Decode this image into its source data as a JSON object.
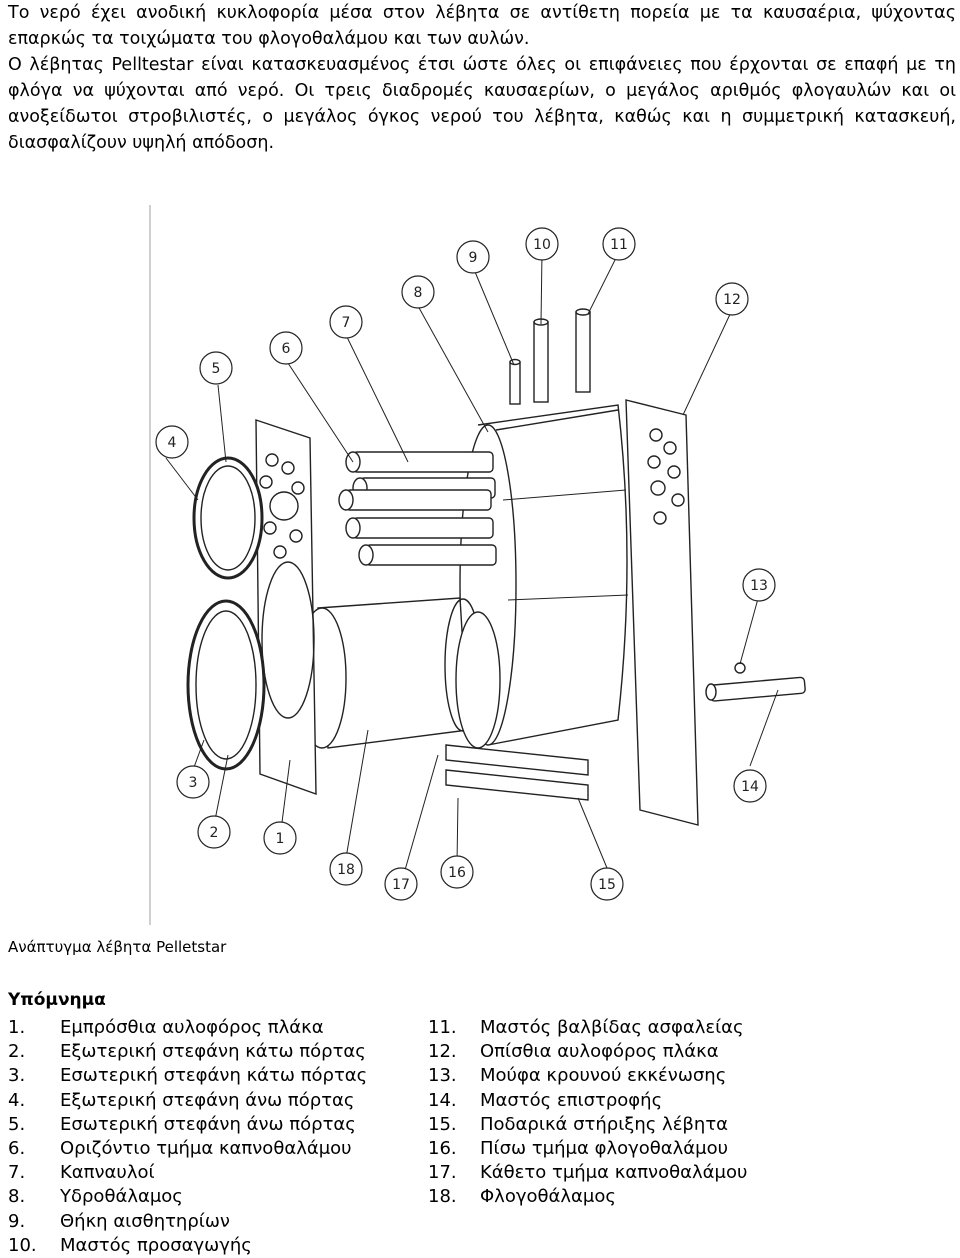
{
  "intro": {
    "paragraph1": "Το νερό έχει ανοδική κυκλοφορία μέσα στον λέβητα σε αντίθετη πορεία με τα καυσαέρια, ψύχοντας επαρκώς τα τοιχώματα του φλογοθαλάμου και των αυλών.",
    "paragraph2": "Ο λέβητας Pelltestar είναι κατασκευασμένος έτσι ώστε όλες οι επιφάνειες που έρχονται σε επαφή με τη φλόγα να ψύχονται από νερό. Οι τρεις διαδρομές καυσαερίων, ο μεγάλος αριθμός φλογαυλών και οι ανοξείδωτοι στροβιλιστές, ο μεγάλος όγκος νερού του λέβητα, καθώς και η συμμετρική κατασκευή, διασφαλίζουν υψηλή απόδοση."
  },
  "figure": {
    "callouts": [
      "1",
      "2",
      "3",
      "4",
      "5",
      "6",
      "7",
      "8",
      "9",
      "10",
      "11",
      "12",
      "13",
      "14",
      "15",
      "16",
      "17",
      "18"
    ],
    "caption": "Ανάπτυγμα λέβητα Pelletstar"
  },
  "legend": {
    "title": "Υπόμνημα",
    "left": [
      {
        "num": "1.",
        "text": "Εμπρόσθια αυλοφόρος πλάκα"
      },
      {
        "num": "2.",
        "text": "Εξωτερική στεφάνη κάτω πόρτας"
      },
      {
        "num": "3.",
        "text": "Εσωτερική στεφάνη κάτω πόρτας"
      },
      {
        "num": "4.",
        "text": "Εξωτερική στεφάνη άνω πόρτας"
      },
      {
        "num": "5.",
        "text": "Εσωτερική στεφάνη άνω πόρτας"
      },
      {
        "num": "6.",
        "text": "Οριζόντιο τμήμα καπνοθαλάμου"
      },
      {
        "num": "7.",
        "text": "Καπναυλοί"
      },
      {
        "num": "8.",
        "text": "Υδροθάλαμος"
      },
      {
        "num": "9.",
        "text": "Θήκη αισθητηρίων"
      },
      {
        "num": "10.",
        "text": "Μαστός προσαγωγής"
      }
    ],
    "right": [
      {
        "num": "11.",
        "text": "Μαστός βαλβίδας ασφαλείας"
      },
      {
        "num": "12.",
        "text": "Οπίσθια αυλοφόρος πλάκα"
      },
      {
        "num": "13.",
        "text": "Μούφα κρουνού εκκένωσης"
      },
      {
        "num": "14.",
        "text": "Μαστός επιστροφής"
      },
      {
        "num": "15.",
        "text": "Ποδαρικά στήριξης λέβητα"
      },
      {
        "num": "16.",
        "text": "Πίσω τμήμα φλογοθαλάμου"
      },
      {
        "num": "17.",
        "text": "Κάθετο τμήμα καπνοθαλάμου"
      },
      {
        "num": "18.",
        "text": "Φλογοθάλαμος"
      }
    ]
  }
}
